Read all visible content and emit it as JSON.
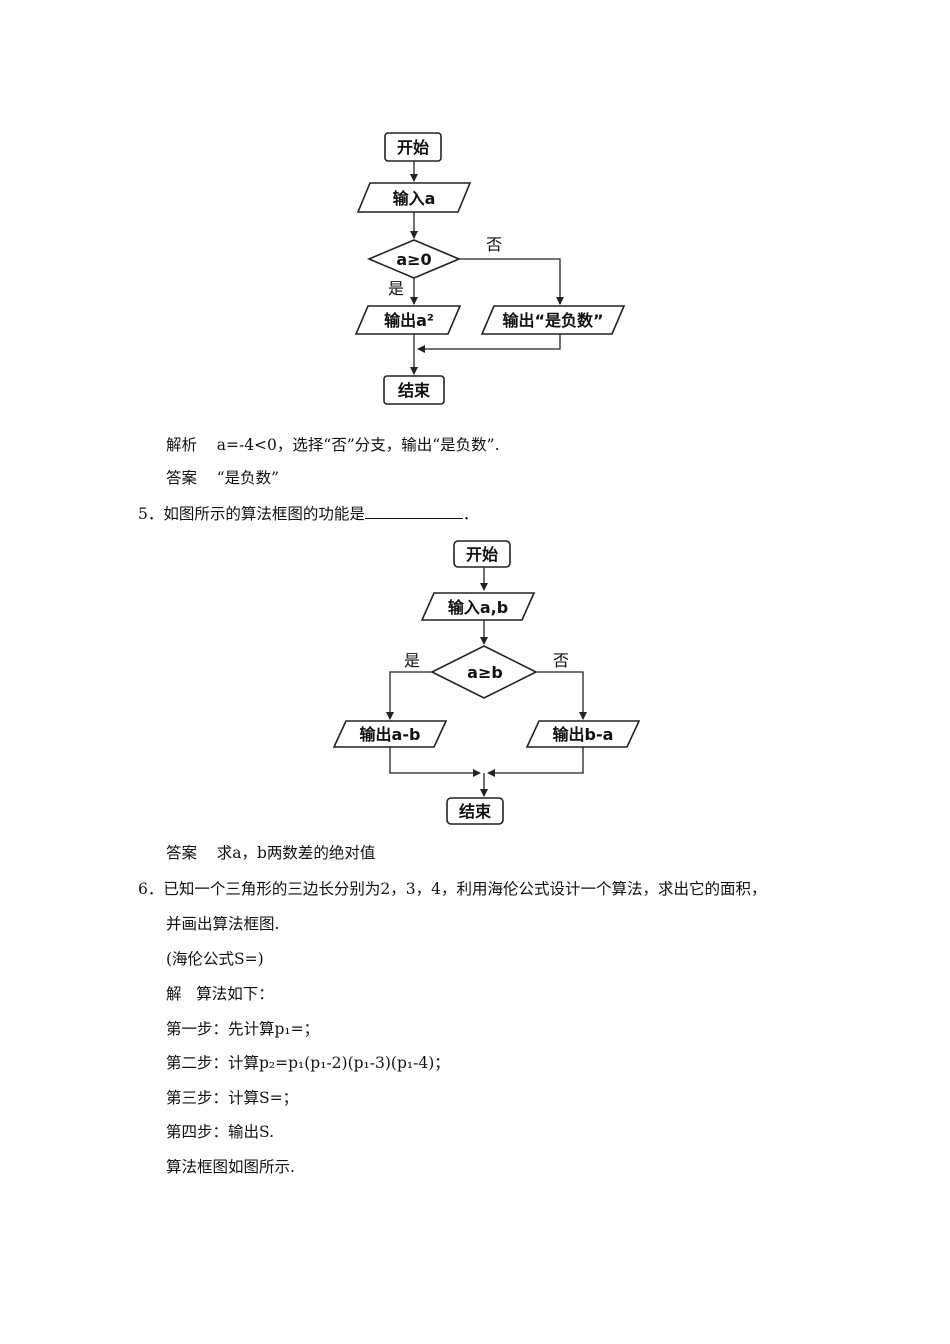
{
  "flowchart1": {
    "start": "开始",
    "input": "输入a",
    "condition": "a≥0",
    "no_label": "否",
    "yes_label": "是",
    "output_yes": "输出a²",
    "output_no": "输出“是负数”",
    "end": "结束"
  },
  "q4": {
    "analysis_label": "解析",
    "analysis_text": "a=-4<0，选择“否”分支，输出“是负数”.",
    "answer_label": "答案",
    "answer_text": "“是负数”"
  },
  "q5": {
    "number": "5．",
    "question": "如图所示的算法框图的功能是",
    "question_end": "．",
    "answer_label": "答案",
    "answer_text": "求a，b两数差的绝对值"
  },
  "flowchart2": {
    "start": "开始",
    "input": "输入a,b",
    "condition": "a≥b",
    "yes_label": "是",
    "no_label": "否",
    "output_yes": "输出a-b",
    "output_no": "输出b-a",
    "end": "结束"
  },
  "q6": {
    "number": "6．",
    "line1": "已知一个三角形的三边长分别为2，3，4，利用海伦公式设计一个算法，求出它的面积，",
    "line2": "并画出算法框图.",
    "formula": "(海伦公式S=)",
    "solution_label": "解",
    "solution_intro": "算法如下：",
    "step1": "第一步：先计算p₁=；",
    "step2": "第二步：计算p₂=p₁(p₁-2)(p₁-3)(p₁-4)；",
    "step3": "第三步：计算S=；",
    "step4": "第四步：输出S.",
    "conclusion": "算法框图如图所示."
  }
}
